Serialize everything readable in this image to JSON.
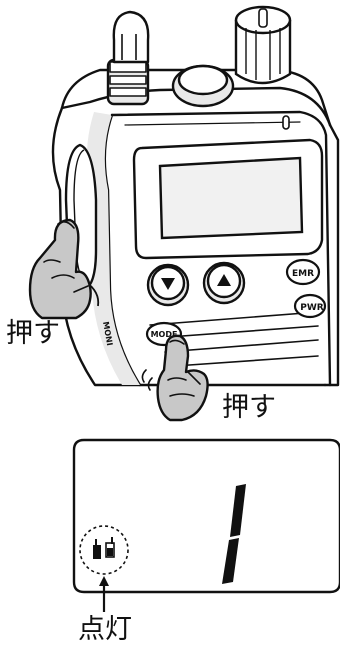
{
  "labels": {
    "press_left": "押す",
    "press_right": "押す",
    "lit": "点灯"
  },
  "keys": {
    "emr": "EMR",
    "pwr": "PWR",
    "mode": "MODE",
    "moni": "MONI"
  },
  "icons": {
    "up_arrow": "triangle-up-icon",
    "down_arrow": "triangle-down-icon",
    "dual_watch": "dual-watch-icon"
  },
  "display": {
    "channel": "1"
  },
  "colors": {
    "outline": "#111111",
    "finger_fill": "#c8c8c8",
    "device_shade": "#e9e9e9",
    "lcd_fill": "#f1f1f1"
  }
}
